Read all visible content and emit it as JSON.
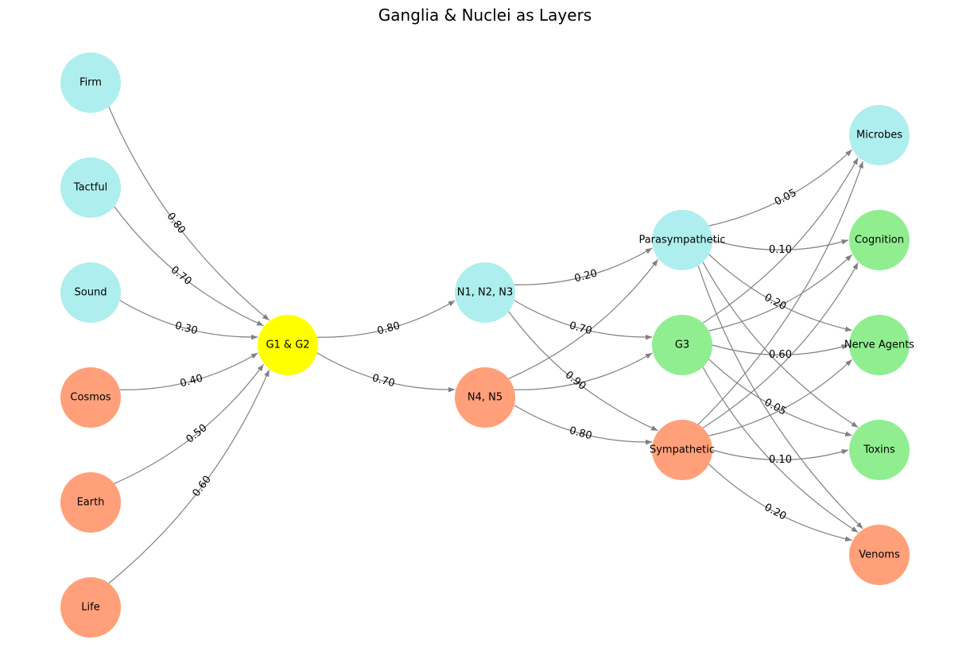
{
  "title": "Ganglia & Nuclei as Layers",
  "colors": {
    "cyan": "#afeeee",
    "salmon": "#ffa07a",
    "yellow": "#ffff00",
    "green": "#90ee90",
    "edge": "#808080"
  },
  "nodes": [
    {
      "id": "firm",
      "label": "Firm",
      "color": "cyan"
    },
    {
      "id": "tactful",
      "label": "Tactful",
      "color": "cyan"
    },
    {
      "id": "sound",
      "label": "Sound",
      "color": "cyan"
    },
    {
      "id": "cosmos",
      "label": "Cosmos",
      "color": "salmon"
    },
    {
      "id": "earth",
      "label": "Earth",
      "color": "salmon"
    },
    {
      "id": "life",
      "label": "Life",
      "color": "salmon"
    },
    {
      "id": "g12",
      "label": "G1 & G2",
      "color": "yellow"
    },
    {
      "id": "n123",
      "label": "N1, N2, N3",
      "color": "cyan"
    },
    {
      "id": "n45",
      "label": "N4, N5",
      "color": "salmon"
    },
    {
      "id": "para",
      "label": "Parasympathetic",
      "color": "cyan"
    },
    {
      "id": "g3",
      "label": "G3",
      "color": "green"
    },
    {
      "id": "symp",
      "label": "Sympathetic",
      "color": "salmon"
    },
    {
      "id": "microbes",
      "label": "Microbes",
      "color": "cyan"
    },
    {
      "id": "cognition",
      "label": "Cognition",
      "color": "green"
    },
    {
      "id": "nerve",
      "label": "Nerve Agents",
      "color": "green"
    },
    {
      "id": "toxins",
      "label": "Toxins",
      "color": "green"
    },
    {
      "id": "venoms",
      "label": "Venoms",
      "color": "salmon"
    }
  ],
  "edges": [
    {
      "from": "firm",
      "to": "g12",
      "weight": "0.80"
    },
    {
      "from": "tactful",
      "to": "g12",
      "weight": "0.70"
    },
    {
      "from": "sound",
      "to": "g12",
      "weight": "0.30"
    },
    {
      "from": "cosmos",
      "to": "g12",
      "weight": "0.40"
    },
    {
      "from": "earth",
      "to": "g12",
      "weight": "0.50"
    },
    {
      "from": "life",
      "to": "g12",
      "weight": "0.60"
    },
    {
      "from": "g12",
      "to": "n123",
      "weight": "0.80"
    },
    {
      "from": "g12",
      "to": "n45",
      "weight": "0.70"
    },
    {
      "from": "n123",
      "to": "para",
      "weight": "0.20"
    },
    {
      "from": "n123",
      "to": "g3",
      "weight": "0.70"
    },
    {
      "from": "n123",
      "to": "symp",
      "weight": "0.90"
    },
    {
      "from": "n45",
      "to": "para",
      "weight": ""
    },
    {
      "from": "n45",
      "to": "g3",
      "weight": ""
    },
    {
      "from": "n45",
      "to": "symp",
      "weight": "0.80"
    },
    {
      "from": "para",
      "to": "microbes",
      "weight": "0.05"
    },
    {
      "from": "para",
      "to": "cognition",
      "weight": "0.10"
    },
    {
      "from": "para",
      "to": "nerve",
      "weight": "0.20"
    },
    {
      "from": "para",
      "to": "toxins",
      "weight": ""
    },
    {
      "from": "para",
      "to": "venoms",
      "weight": ""
    },
    {
      "from": "g3",
      "to": "microbes",
      "weight": ""
    },
    {
      "from": "g3",
      "to": "cognition",
      "weight": ""
    },
    {
      "from": "g3",
      "to": "nerve",
      "weight": "0.60"
    },
    {
      "from": "g3",
      "to": "toxins",
      "weight": "0.05"
    },
    {
      "from": "g3",
      "to": "venoms",
      "weight": ""
    },
    {
      "from": "symp",
      "to": "microbes",
      "weight": ""
    },
    {
      "from": "symp",
      "to": "cognition",
      "weight": ""
    },
    {
      "from": "symp",
      "to": "nerve",
      "weight": ""
    },
    {
      "from": "symp",
      "to": "toxins",
      "weight": "0.10"
    },
    {
      "from": "symp",
      "to": "venoms",
      "weight": "0.20"
    }
  ]
}
